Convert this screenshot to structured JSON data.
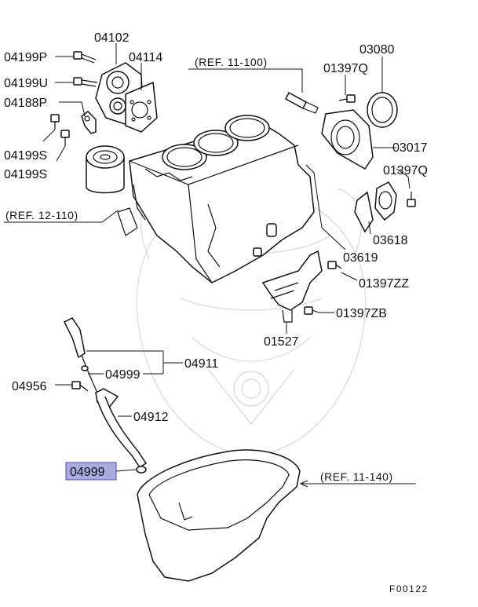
{
  "diagram": {
    "figure_code": "F00122",
    "highlight_color": "#a9abe0",
    "parts": {
      "p04102": "04102",
      "p04114": "04114",
      "p04199P": "04199P",
      "p04199U": "04199U",
      "p04188P": "04188P",
      "p04199S_a": "04199S",
      "p04199S_b": "04199S",
      "p03080": "03080",
      "p01397Q_a": "01397Q",
      "p03017": "03017",
      "p01397Q_b": "01397Q",
      "p03618": "03618",
      "p03619": "03619",
      "p01397ZZ": "01397ZZ",
      "p01397ZB": "01397ZB",
      "p01527": "01527",
      "p04911": "04911",
      "p04999_a": "04999",
      "p04956": "04956",
      "p04912": "04912",
      "p04999_b": "04999"
    },
    "refs": {
      "ref_11_100": "(REF. 11-100)",
      "ref_12_110": "(REF. 12-110)",
      "ref_11_140": "(REF. 11-140)"
    }
  }
}
